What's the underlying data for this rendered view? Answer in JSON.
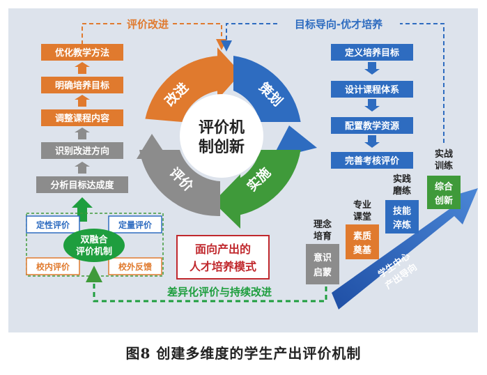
{
  "colors": {
    "bg": "#dde3ec",
    "orange": "#e07a2e",
    "blue": "#2e6cc0",
    "green": "#3f9a3a",
    "gray": "#8c8c8c",
    "dark_red": "#c0282d",
    "teal": "#2d8d88"
  },
  "top_left_label": "评价改进",
  "top_right_label": "目标导向-优才培养",
  "left_steps": [
    "优化教学方法",
    "明确培养目标",
    "调整课程内容",
    "识别改进方向",
    "分析目标达成度"
  ],
  "right_steps": [
    "定义培养目标",
    "设计课程体系",
    "配置教学资源",
    "完善考核评价"
  ],
  "cycle": {
    "center_line1": "评价机",
    "center_line2": "制创新",
    "segments": [
      "改进",
      "策划",
      "实施",
      "评价"
    ]
  },
  "dual": {
    "center_line1": "双融合",
    "center_line2": "评价机制",
    "tl": "定性评价",
    "tr": "定量评价",
    "bl": "校内评价",
    "br": "校外反馈"
  },
  "mode": {
    "line1": "面向产出的",
    "line2": "人才培养模式"
  },
  "bottom_label": "差异化评价与持续改进",
  "stairs": [
    {
      "title1": "理念",
      "title2": "培育",
      "box1": "意识",
      "box2": "启蒙"
    },
    {
      "title1": "专业",
      "title2": "课堂",
      "box1": "素质",
      "box2": "奠基"
    },
    {
      "title1": "实践",
      "title2": "磨练",
      "box1": "技能",
      "box2": "淬炼"
    },
    {
      "title1": "实战",
      "title2": "训练",
      "box1": "综合",
      "box2": "创新"
    }
  ],
  "big_arrow": {
    "line1": "学生中心",
    "line2": "产出导向"
  },
  "caption": "图8 创建多维度的学生产出评价机制"
}
